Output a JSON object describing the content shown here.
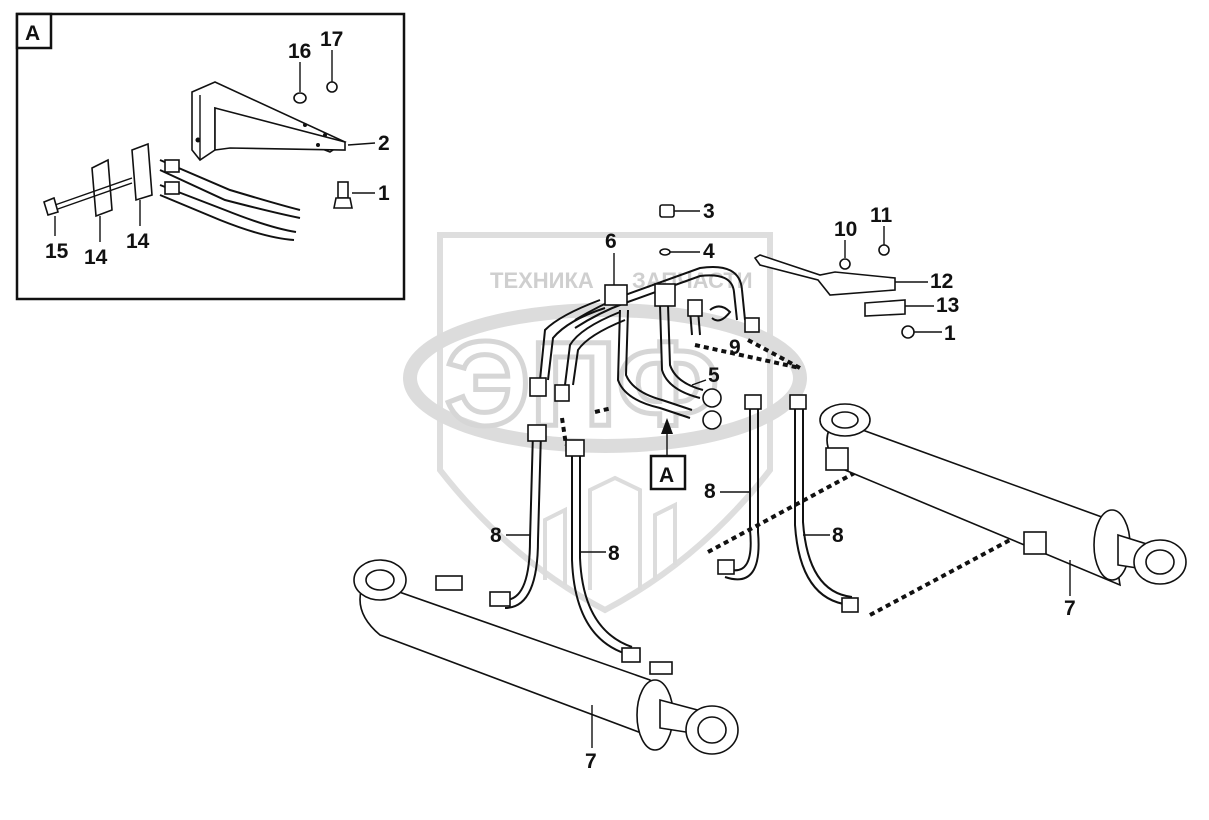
{
  "watermark": {
    "top_text": "ТЕХНИКА",
    "top_text_right": "ЗАПЧАСТИ",
    "logo_text": "ЭПФ"
  },
  "inset": {
    "tag": "A",
    "callouts": {
      "c16": "16",
      "c17": "17",
      "c2": "2",
      "c1": "1",
      "c15": "15",
      "c14a": "14",
      "c14b": "14"
    }
  },
  "main": {
    "view_marker": "A",
    "callouts": {
      "c3": "3",
      "c4": "4",
      "c6": "6",
      "c5": "5",
      "c10": "10",
      "c11": "11",
      "c12": "12",
      "c13": "13",
      "c1": "1",
      "c9": "9",
      "c8a": "8",
      "c8b": "8",
      "c8c": "8",
      "c8d": "8",
      "c7a": "7",
      "c7b": "7"
    }
  }
}
